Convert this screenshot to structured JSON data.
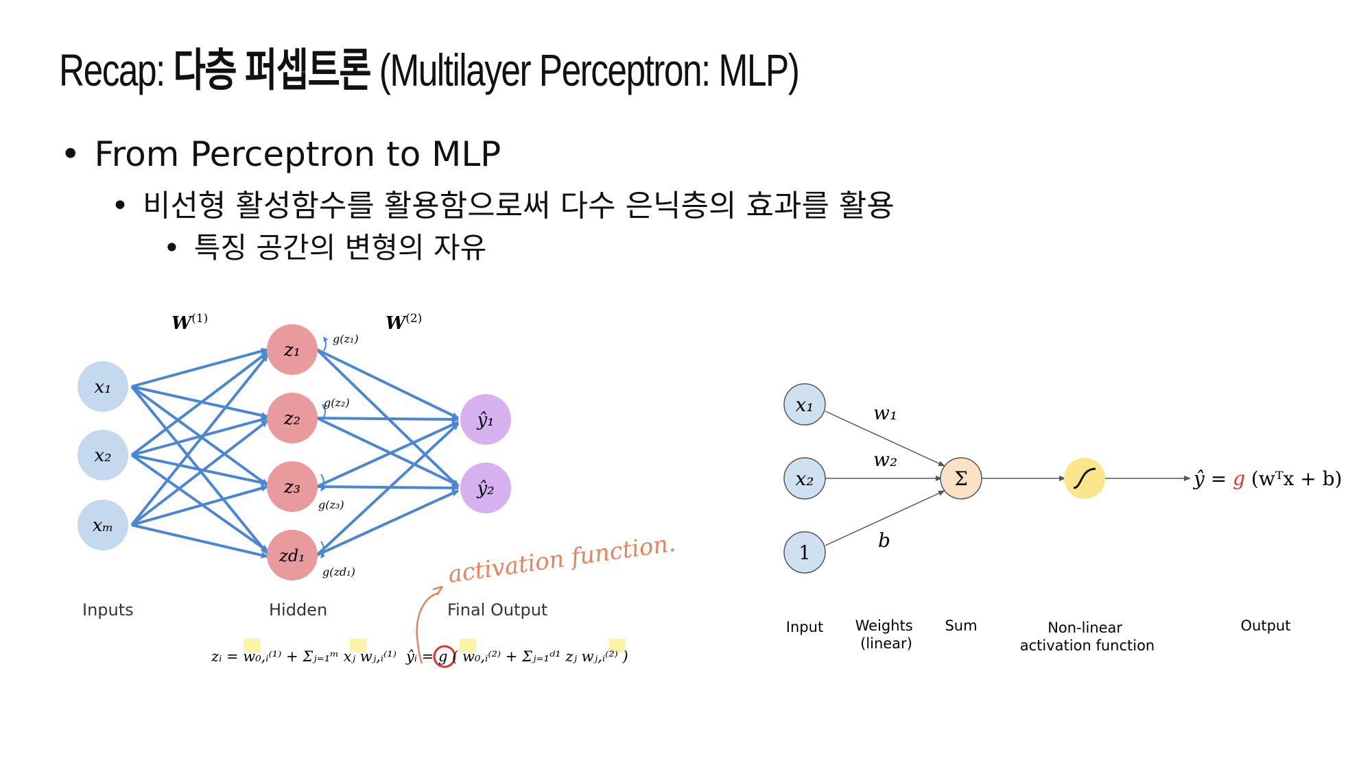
{
  "slide": {
    "title_prefix": "Recap: ",
    "title_bold": "다층 퍼셉트론",
    "title_suffix": " (Multilayer Perceptron: MLP)",
    "bullets": [
      {
        "level": 1,
        "text": "From Perceptron to MLP"
      },
      {
        "level": 2,
        "text": "비선형 활성함수를 활용함으로써 다수 은닉층의 효과를 활용"
      },
      {
        "level": 3,
        "text": "특징 공간의 변형의 자유"
      }
    ],
    "bullet_char": "•"
  },
  "mlp": {
    "weights": [
      "W",
      "W"
    ],
    "weight_sup": [
      "(1)",
      "(2)"
    ],
    "inputs": [
      "x₁",
      "x₂",
      "xₘ"
    ],
    "hidden": [
      "z₁",
      "z₂",
      "z₃",
      "zd₁"
    ],
    "outputs": [
      "ŷ₁",
      "ŷ₂"
    ],
    "activations": [
      "g(z₁)",
      "g(z₂)",
      "g(z₃)",
      "g(zd₁)"
    ],
    "layer_labels": [
      "Inputs",
      "Hidden",
      "Final Output"
    ],
    "eq_hidden": "zᵢ = w₀,ᵢ⁽¹⁾ + Σⱼ₌₁ᵐ xⱼ wⱼ,ᵢ⁽¹⁾",
    "eq_output": "ŷᵢ = g ( w₀,ᵢ⁽²⁾ + Σⱼ₌₁ᵈ¹ zⱼ wⱼ,ᵢ⁽²⁾ )",
    "annotation": "activation function.",
    "colors": {
      "input": "#c5d9ee",
      "hidden": "#e99a9d",
      "output": "#d7b1ef",
      "edge": "#4a86d3",
      "annotation": "#e8825a",
      "highlight": "#fbf3a8"
    }
  },
  "perceptron": {
    "nodes": [
      "x₁",
      "x₂",
      "1"
    ],
    "weights": [
      "w₁",
      "w₂",
      "b"
    ],
    "sum_symbol": "Σ",
    "output_eq_prefix": "ŷ = ",
    "output_eq_g": "g",
    "output_eq_suffix": " (wᵀx + b)",
    "labels": [
      "Input",
      "Weights\n(linear)",
      "Sum",
      "Non-linear\nactivation function",
      "Output"
    ],
    "colors": {
      "input": "#cfe0f1",
      "sum": "#fbe2c6",
      "activation": "#fce58a",
      "g": "#e0312f"
    }
  }
}
